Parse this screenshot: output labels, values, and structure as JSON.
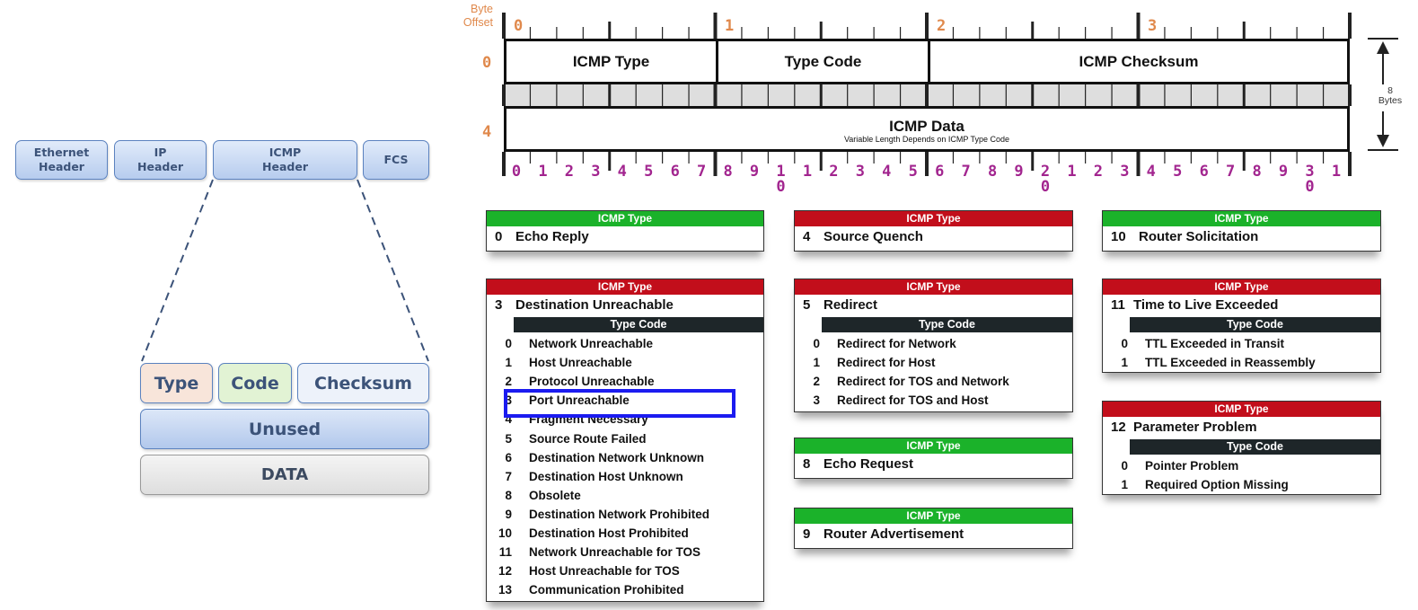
{
  "encapsulation": {
    "frames": [
      "Ethernet\nHeader",
      "IP\nHeader",
      "ICMP\nHeader",
      "FCS"
    ],
    "fields": {
      "type": "Type",
      "code": "Code",
      "checksum": "Checksum",
      "unused": "Unused",
      "data": "DATA"
    }
  },
  "header_layout": {
    "byte_offset_label": "Byte\nOffset",
    "byte_marks": [
      "0",
      "1",
      "2",
      "3"
    ],
    "row_offsets": [
      "0",
      "4"
    ],
    "row0": {
      "type": "ICMP Type",
      "code": "Type Code",
      "checksum": "ICMP Checksum"
    },
    "row1": {
      "data": "ICMP Data",
      "data_note": "Variable Length Depends on ICMP Type Code"
    },
    "size_label": "8\nBytes",
    "bits": [
      "0",
      "1",
      "2",
      "3",
      "4",
      "5",
      "6",
      "7",
      "8",
      "9",
      "1",
      "1",
      "2",
      "3",
      "4",
      "5",
      "6",
      "7",
      "8",
      "9",
      "2",
      "1",
      "2",
      "3",
      "4",
      "5",
      "6",
      "7",
      "8",
      "9",
      "3",
      "1"
    ],
    "bits_second_line": [
      "",
      "",
      "",
      "",
      "",
      "",
      "",
      "",
      "",
      "",
      "0",
      "",
      "",
      "",
      "",
      "",
      "",
      "",
      "",
      "",
      "0",
      "",
      "",
      "",
      "",
      "",
      "",
      "",
      "",
      "",
      "0",
      ""
    ]
  },
  "cards": {
    "header_label": "ICMP Type",
    "codes_label": "Type Code",
    "t0": {
      "num": "0",
      "name": "Echo Reply"
    },
    "t4": {
      "num": "4",
      "name": "Source Quench"
    },
    "t10": {
      "num": "10",
      "name": "Router Solicitation"
    },
    "t3": {
      "num": "3",
      "name": "Destination Unreachable",
      "codes": [
        {
          "c": "0",
          "d": "Network Unreachable"
        },
        {
          "c": "1",
          "d": "Host Unreachable"
        },
        {
          "c": "2",
          "d": "Protocol Unreachable"
        },
        {
          "c": "3",
          "d": "Port Unreachable"
        },
        {
          "c": "4",
          "d": "Fragment Necessary"
        },
        {
          "c": "5",
          "d": "Source Route Failed"
        },
        {
          "c": "6",
          "d": "Destination Network Unknown"
        },
        {
          "c": "7",
          "d": "Destination Host Unknown"
        },
        {
          "c": "8",
          "d": "Obsolete"
        },
        {
          "c": "9",
          "d": "Destination Network Prohibited"
        },
        {
          "c": "10",
          "d": "Destination Host Prohibited"
        },
        {
          "c": "11",
          "d": "Network Unreachable for TOS"
        },
        {
          "c": "12",
          "d": "Host Unreachable for TOS"
        },
        {
          "c": "13",
          "d": "Communication Prohibited"
        }
      ]
    },
    "t5": {
      "num": "5",
      "name": "Redirect",
      "codes": [
        {
          "c": "0",
          "d": "Redirect for Network"
        },
        {
          "c": "1",
          "d": "Redirect for Host"
        },
        {
          "c": "2",
          "d": "Redirect for TOS and Network"
        },
        {
          "c": "3",
          "d": "Redirect for TOS and Host"
        }
      ]
    },
    "t11": {
      "num": "11",
      "name": "Time to Live Exceeded",
      "codes": [
        {
          "c": "0",
          "d": "TTL Exceeded in Transit"
        },
        {
          "c": "1",
          "d": "TTL Exceeded in Reassembly"
        }
      ]
    },
    "t8": {
      "num": "8",
      "name": "Echo Request"
    },
    "t9": {
      "num": "9",
      "name": "Router Advertisement"
    },
    "t12": {
      "num": "12",
      "name": "Parameter Problem",
      "codes": [
        {
          "c": "0",
          "d": "Pointer Problem"
        },
        {
          "c": "1",
          "d": "Required Option Missing"
        }
      ]
    }
  },
  "colors": {
    "green": "#1bb22a",
    "red": "#c20e1b",
    "highlight": "#1b1bf0",
    "bits": "#a2258f",
    "offsets": "#e0894c"
  }
}
